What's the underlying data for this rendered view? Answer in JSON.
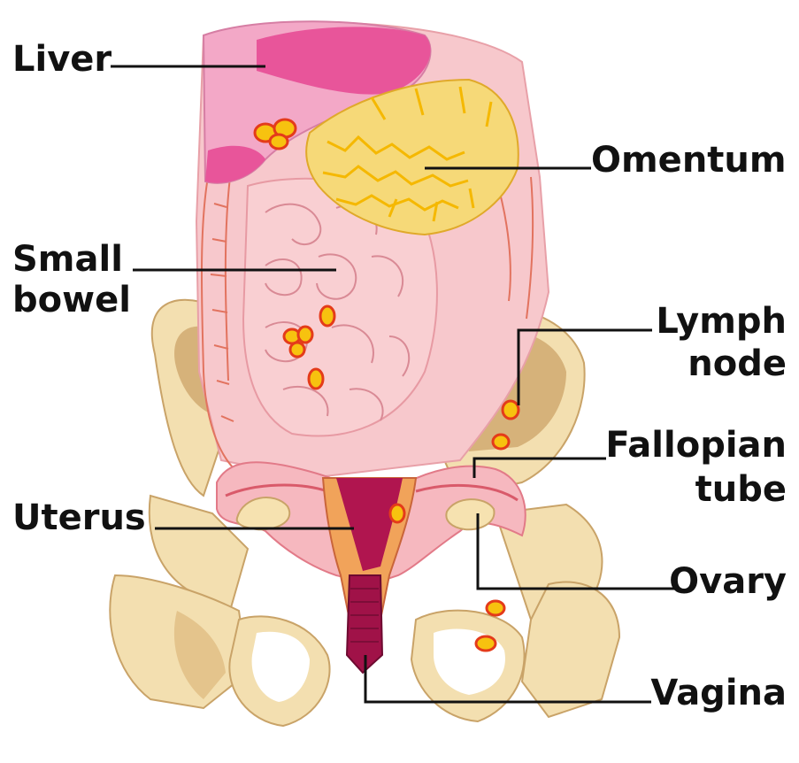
{
  "labels": {
    "liver": "Liver",
    "omentum": "Omentum",
    "small_bowel_1": "Small",
    "small_bowel_2": "bowel",
    "lymph_node_1": "Lymph",
    "lymph_node_2": "node",
    "fallopian_1": "Fallopian",
    "fallopian_2": "tube",
    "uterus": "Uterus",
    "ovary": "Ovary",
    "vagina": "Vagina"
  },
  "colors": {
    "background": "#ffffff",
    "label_text": "#111111",
    "leader_line": "#111111",
    "liver": "#e8559a",
    "organ_pink": "#f4b9bf",
    "omentum": "#f5c842",
    "bone": "#f3dfb0",
    "bone_shadow": "#d9b77a",
    "uterus": "#b0154f",
    "tumor": "#f7c20f"
  },
  "icons": {
    "tumor_deposit": "tumor-deposit-icon"
  }
}
